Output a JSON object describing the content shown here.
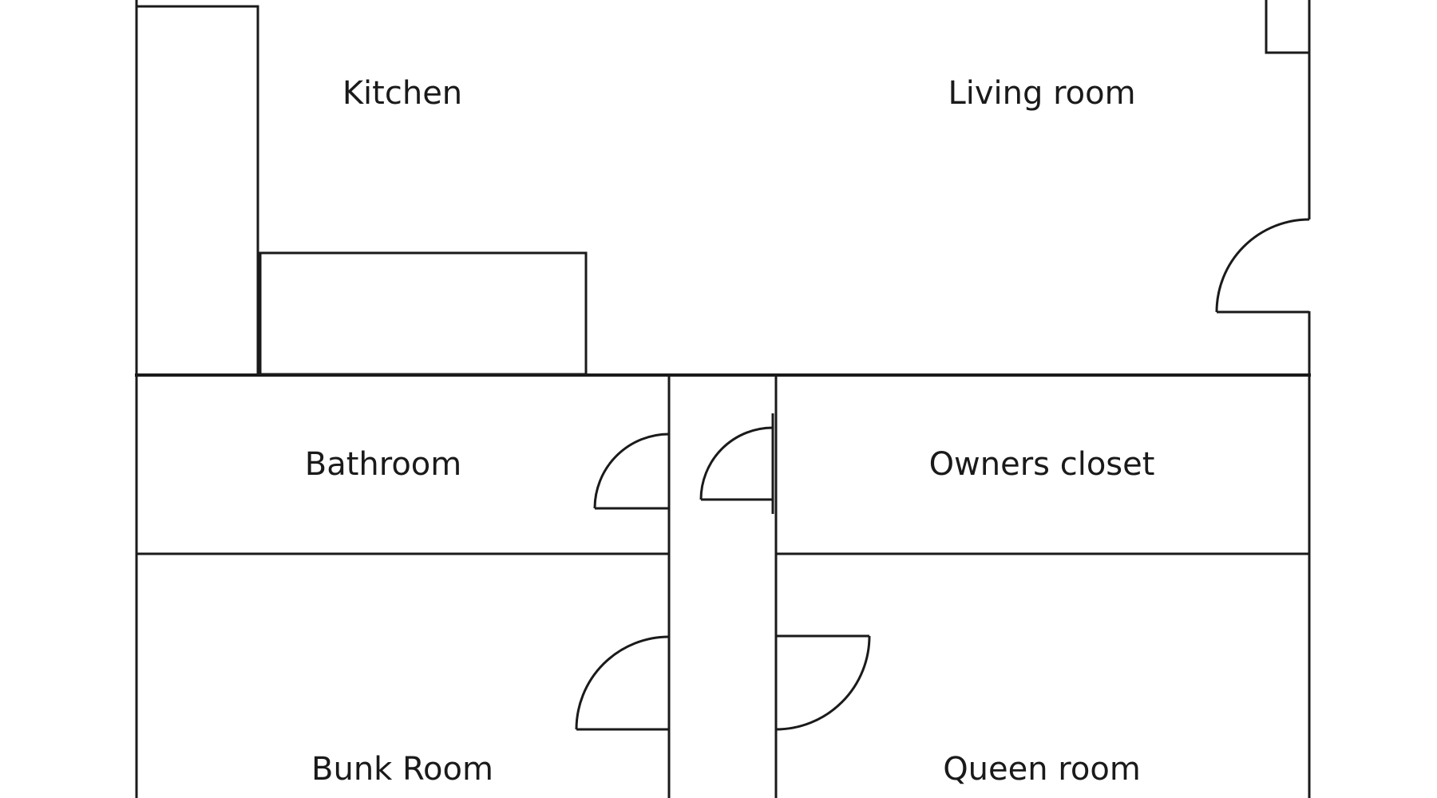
{
  "colors": {
    "background": "#ffffff",
    "walls": "#1a1a1a",
    "text": "#1a1a1a"
  },
  "rooms": {
    "kitchen": "Kitchen",
    "living_room": "Living room",
    "bathroom": "Bathroom",
    "owners_closet": "Owners closet",
    "bunk_room": "Bunk Room",
    "queen_room": "Queen room"
  }
}
